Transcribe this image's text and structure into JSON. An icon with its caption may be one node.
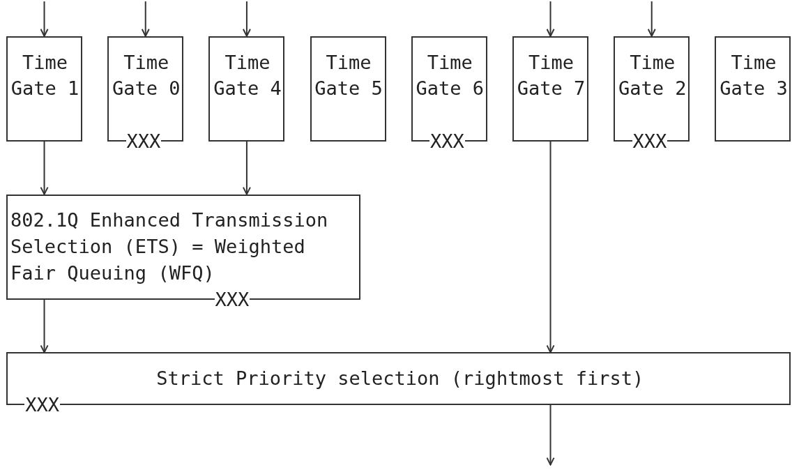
{
  "diagram": {
    "nodes": [
      {
        "text": [
          "Time Gate 1"
        ]
      },
      {
        "text": [
          "Time Gate 0"
        ]
      },
      {
        "text": [
          "Time Gate 4"
        ]
      },
      {
        "text": [
          "Time Gate 5"
        ]
      },
      {
        "text": [
          "Time Gate 6"
        ]
      },
      {
        "text": [
          "Time Gate 7"
        ]
      },
      {
        "text": [
          "Time Gate 2"
        ]
      },
      {
        "text": [
          "Time Gate 3"
        ]
      },
      {
        "text": [
          "802.1Q Enhanced Transmission Selection (ETS) = Weighted Fair Queuing (WFQ)"
        ]
      },
      {
        "text": [
          "Strict Priority selection (rightmost first)"
        ]
      }
    ],
    "edges": [
      {
        "from": null,
        "to": 0,
        "arrow": "to"
      },
      {
        "from": null,
        "to": 1,
        "arrow": "to"
      },
      {
        "from": null,
        "to": 2,
        "arrow": "to"
      },
      {
        "from": null,
        "to": 5,
        "arrow": "to"
      },
      {
        "from": null,
        "to": 6,
        "arrow": "to"
      },
      {
        "from": 0,
        "to": 8,
        "arrow": "to"
      },
      {
        "from": 2,
        "to": 8,
        "arrow": "to"
      },
      {
        "from": 5,
        "to": 9,
        "arrow": "to"
      },
      {
        "from": 8,
        "to": 9,
        "arrow": "to"
      },
      {
        "from": 9,
        "to": null,
        "arrow": "to"
      }
    ],
    "labels": [
      "XXX",
      "XXX",
      "XXX",
      "XXX",
      "XXX"
    ]
  }
}
